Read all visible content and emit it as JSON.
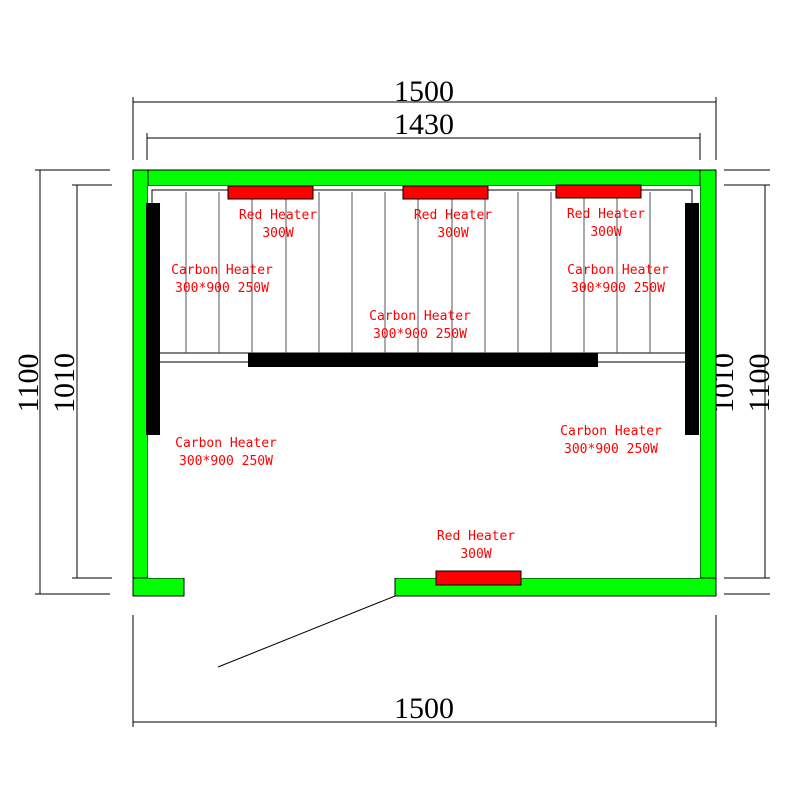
{
  "dimensions": {
    "outer_width": "1500",
    "inner_width": "1430",
    "outer_depth": "1100",
    "inner_depth": "1010",
    "bottom_width": "1500"
  },
  "heaters": {
    "red_top_left": {
      "name": "Red Heater",
      "spec": "300W"
    },
    "red_top_mid": {
      "name": "Red Heater",
      "spec": "300W"
    },
    "red_top_right": {
      "name": "Red Heater",
      "spec": "300W"
    },
    "red_door": {
      "name": "Red Heater",
      "spec": "300W"
    },
    "carbon_bench_left": {
      "name": "Carbon Heater",
      "spec": "300*900 250W"
    },
    "carbon_bench_mid": {
      "name": "Carbon Heater",
      "spec": "300*900 250W"
    },
    "carbon_bench_right": {
      "name": "Carbon Heater",
      "spec": "300*900 250W"
    },
    "carbon_side_left": {
      "name": "Carbon Heater",
      "spec": "300*900 250W"
    },
    "carbon_side_right": {
      "name": "Carbon Heater",
      "spec": "300*900 250W"
    }
  },
  "colors": {
    "wall": "#00ff00",
    "red_heater": "#ff0000",
    "carbon_heater": "#000000",
    "label": "#ff0000"
  }
}
